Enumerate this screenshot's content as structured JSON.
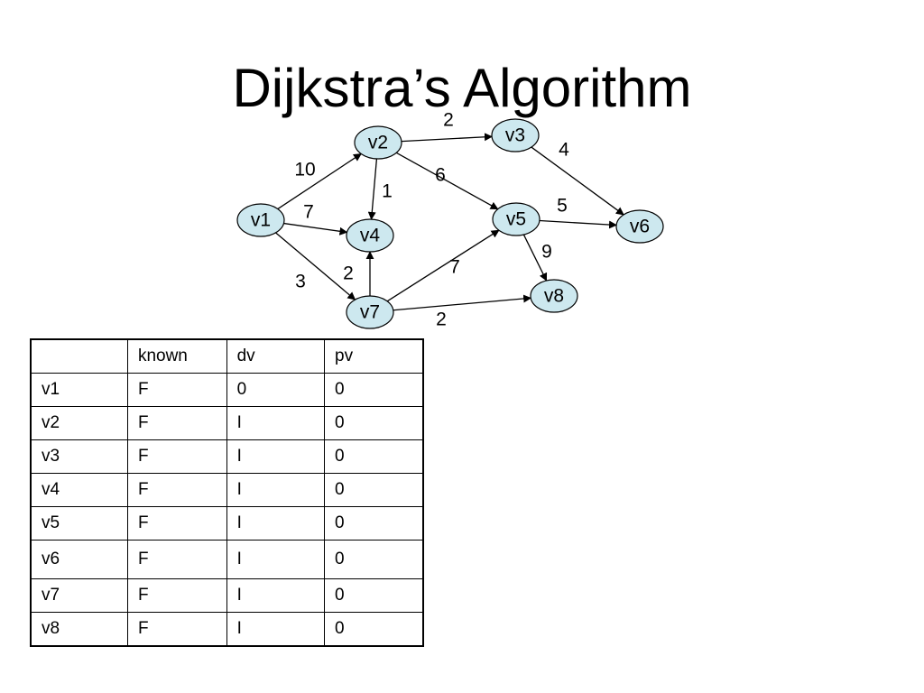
{
  "title": "Dijkstra’s Algorithm",
  "graph": {
    "nodes": [
      {
        "id": "v1",
        "label": "v1"
      },
      {
        "id": "v2",
        "label": "v2"
      },
      {
        "id": "v3",
        "label": "v3"
      },
      {
        "id": "v4",
        "label": "v4"
      },
      {
        "id": "v5",
        "label": "v5"
      },
      {
        "id": "v6",
        "label": "v6"
      },
      {
        "id": "v7",
        "label": "v7"
      },
      {
        "id": "v8",
        "label": "v8"
      }
    ],
    "edges": [
      {
        "from": "v1",
        "to": "v2",
        "weight": "10"
      },
      {
        "from": "v1",
        "to": "v4",
        "weight": "7"
      },
      {
        "from": "v1",
        "to": "v7",
        "weight": "3"
      },
      {
        "from": "v2",
        "to": "v3",
        "weight": "2"
      },
      {
        "from": "v2",
        "to": "v4",
        "weight": "1"
      },
      {
        "from": "v2",
        "to": "v5",
        "weight": "6"
      },
      {
        "from": "v3",
        "to": "v6",
        "weight": "4"
      },
      {
        "from": "v5",
        "to": "v6",
        "weight": "5"
      },
      {
        "from": "v5",
        "to": "v8",
        "weight": "9"
      },
      {
        "from": "v7",
        "to": "v4",
        "weight": "2"
      },
      {
        "from": "v7",
        "to": "v5",
        "weight": "7"
      },
      {
        "from": "v7",
        "to": "v8",
        "weight": "2"
      }
    ],
    "colors": {
      "node_fill": "#cde8ef",
      "stroke": "#000000"
    }
  },
  "table": {
    "headers": [
      "",
      "known",
      "dv",
      "pv"
    ],
    "rows": [
      [
        "v1",
        "F",
        "0",
        "0"
      ],
      [
        "v2",
        "F",
        "I",
        "0"
      ],
      [
        "v3",
        "F",
        "I",
        "0"
      ],
      [
        "v4",
        "F",
        "I",
        "0"
      ],
      [
        "v5",
        "F",
        "I",
        "0"
      ],
      [
        "v6",
        "F",
        "I",
        "0"
      ],
      [
        "v7",
        "F",
        "I",
        "0"
      ],
      [
        "v8",
        "F",
        "I",
        "0"
      ]
    ]
  }
}
